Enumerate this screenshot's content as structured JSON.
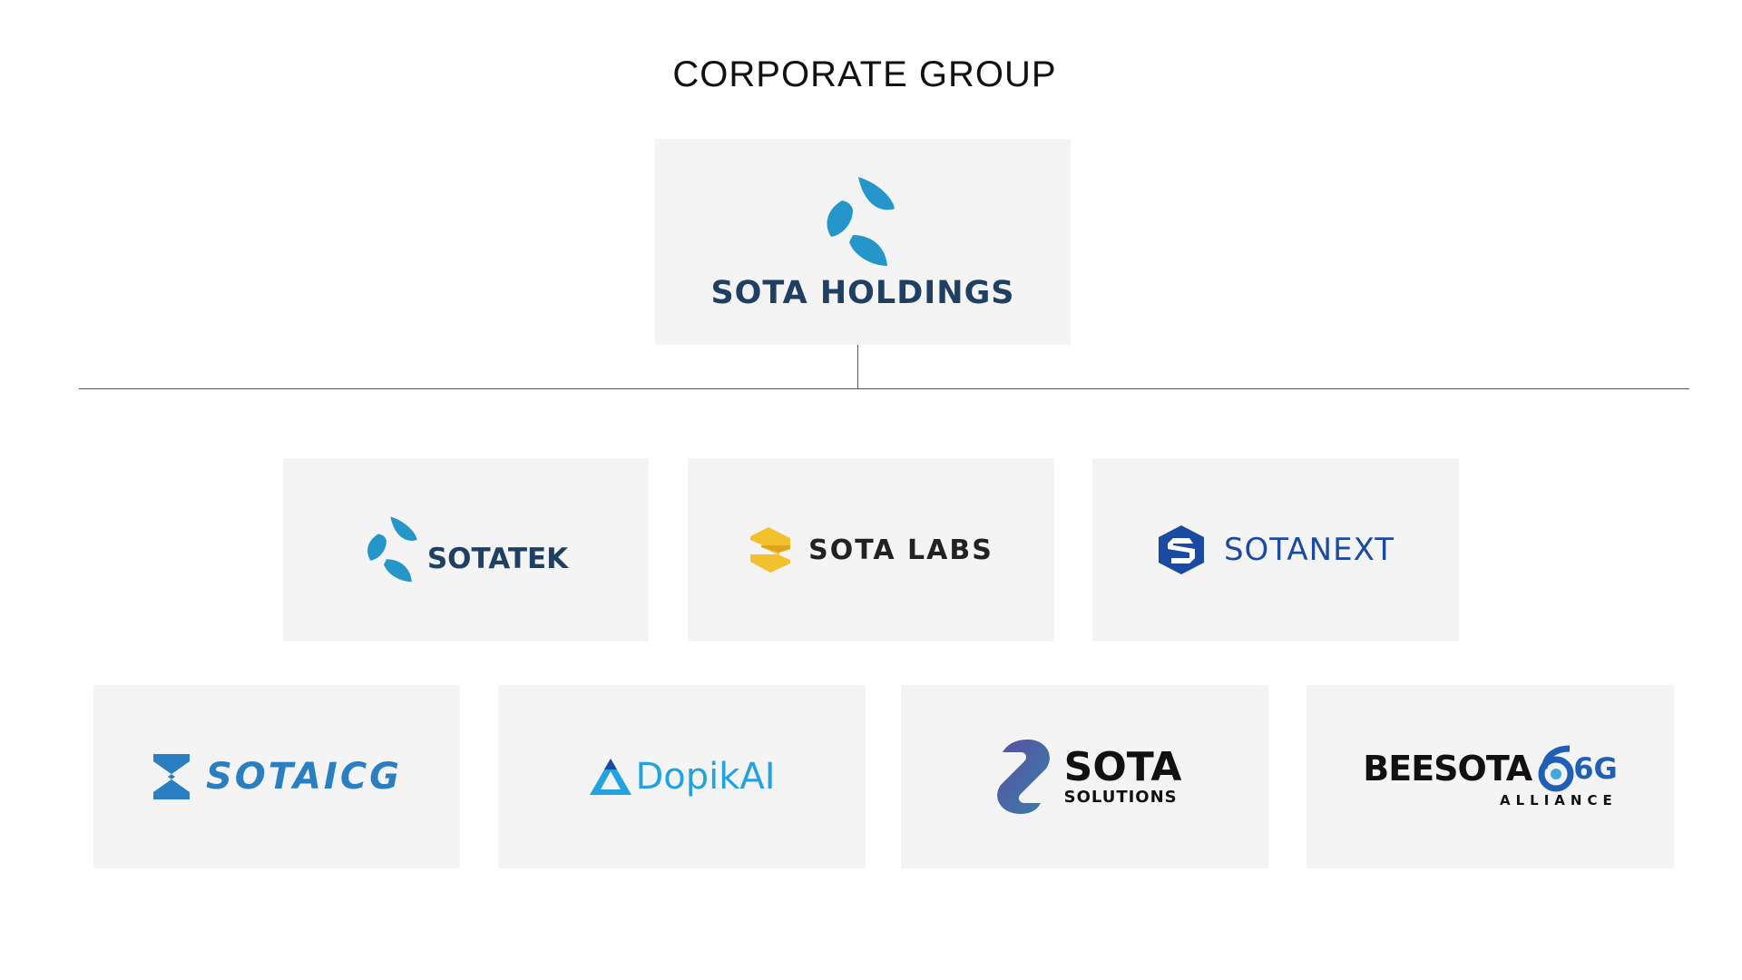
{
  "page": {
    "title": "CORPORATE GROUP"
  },
  "parent": {
    "name": "SOTA HOLDINGS",
    "icon": "sota-leaf-icon",
    "color": "#1f3f63",
    "icon_color": "#2596c9"
  },
  "subsidiaries": [
    {
      "name": "SOTATEK",
      "icon": "sota-leaf-icon",
      "color": "#1f3f63"
    },
    {
      "name": "SOTA LABS",
      "icon": "yellow-s-icon",
      "color": "#222222"
    },
    {
      "name": "SOTANEXT",
      "icon": "hexagon-s-icon",
      "color": "#1b4aa3"
    },
    {
      "name": "SOTAICG",
      "icon": "z-bolt-icon",
      "color": "#2a7fc2"
    },
    {
      "name": "DopikAI",
      "icon": "triangle-a-icon",
      "color": "#22a3df"
    },
    {
      "name": "SOTA",
      "subtitle": "SOLUTIONS",
      "icon": "swirl-s-icon",
      "color": "#111111"
    },
    {
      "name": "BEESOTA",
      "badge": "6G",
      "subtitle": "ALLIANCE",
      "icon": "6g-ring-icon",
      "color": "#111111",
      "badge_color": "#1f5fb5"
    }
  ]
}
